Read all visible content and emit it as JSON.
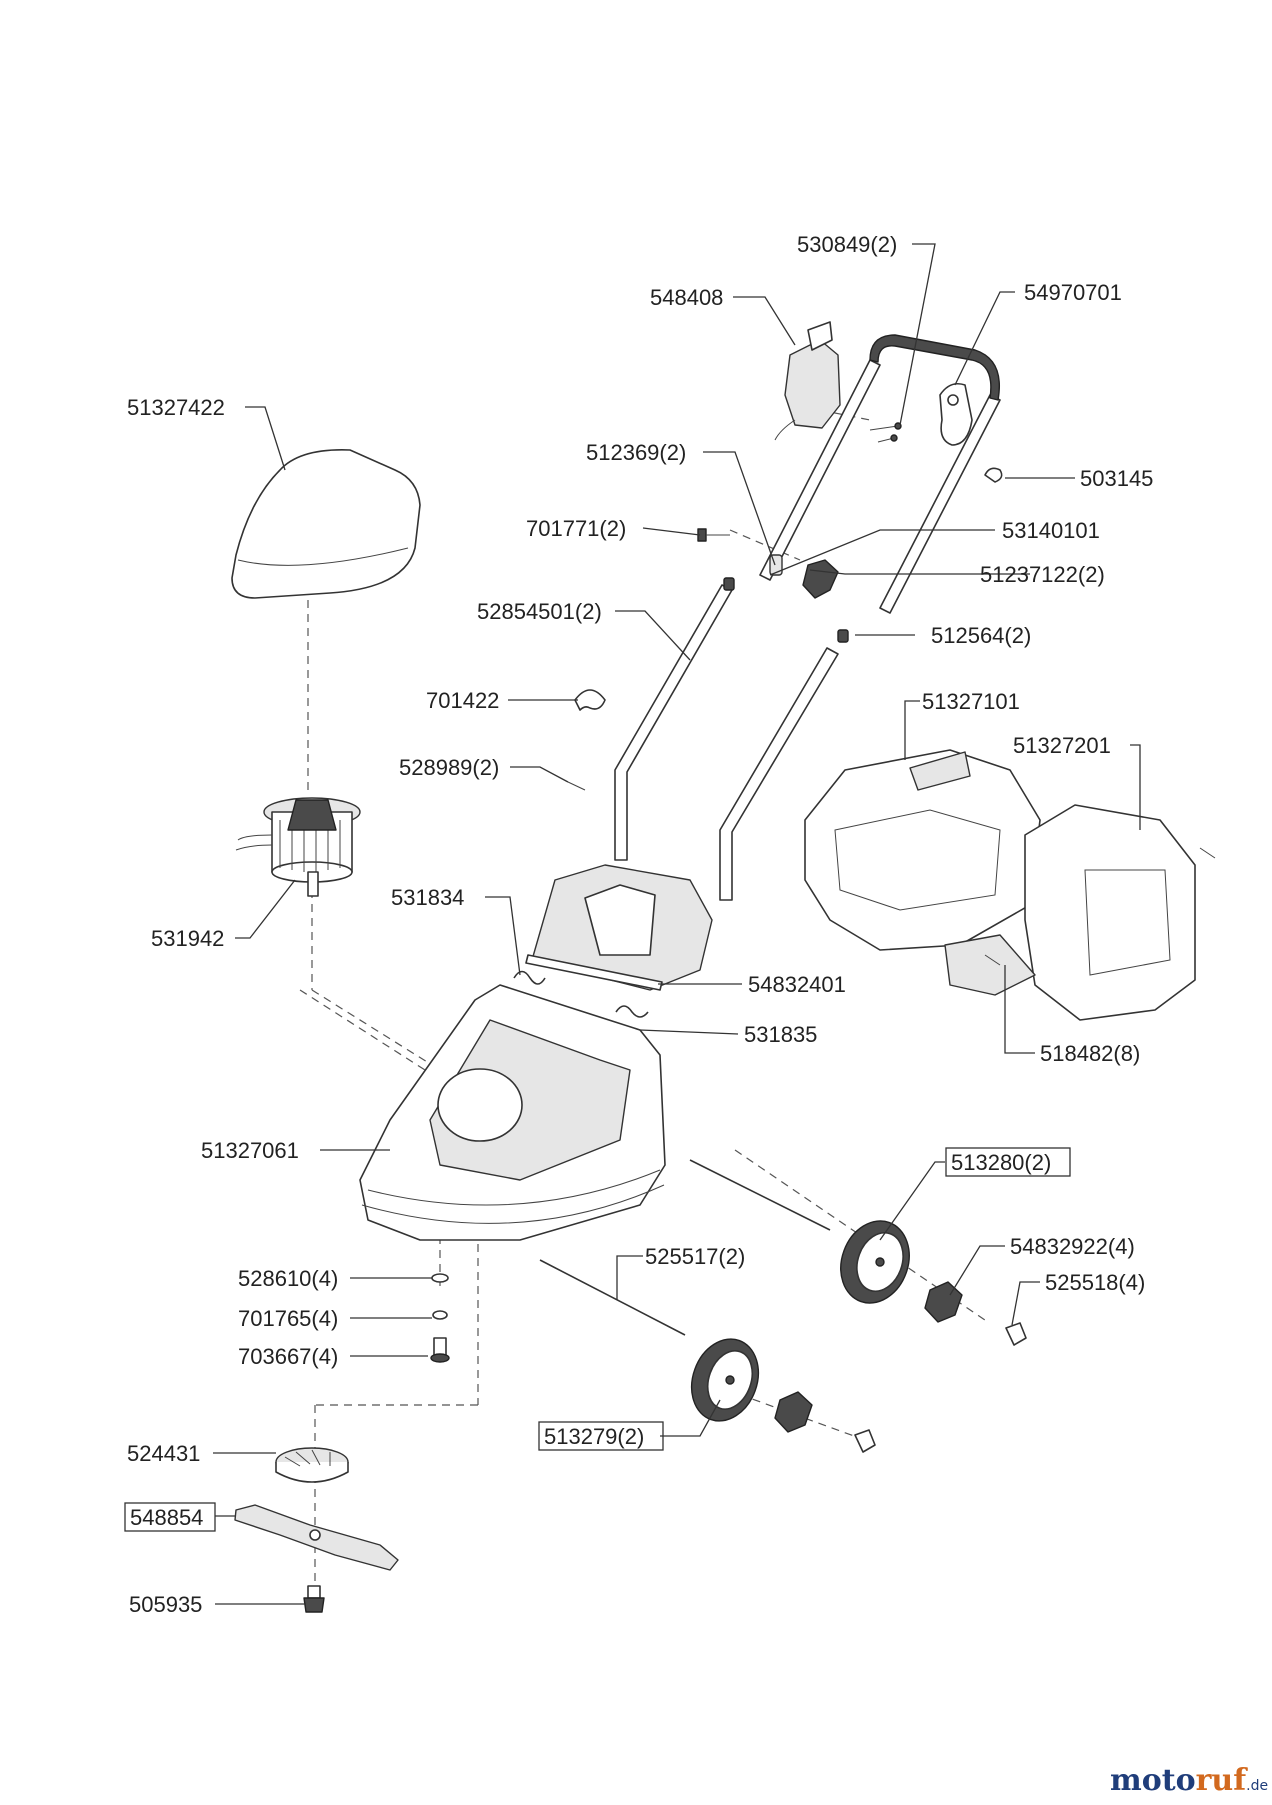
{
  "diagram": {
    "labels": [
      {
        "id": "530849",
        "text": "530849(2)"
      },
      {
        "id": "548408",
        "text": "548408"
      },
      {
        "id": "54970701",
        "text": "54970701"
      },
      {
        "id": "51327422",
        "text": "51327422"
      },
      {
        "id": "512369",
        "text": "512369(2)"
      },
      {
        "id": "503145",
        "text": "503145"
      },
      {
        "id": "701771",
        "text": "701771(2)"
      },
      {
        "id": "53140101",
        "text": "53140101"
      },
      {
        "id": "51237122",
        "text": "51237122(2)"
      },
      {
        "id": "52854501",
        "text": "52854501(2)"
      },
      {
        "id": "512564",
        "text": "512564(2)"
      },
      {
        "id": "701422",
        "text": "701422"
      },
      {
        "id": "51327101",
        "text": "51327101"
      },
      {
        "id": "51327201",
        "text": "51327201"
      },
      {
        "id": "528989",
        "text": "528989(2)"
      },
      {
        "id": "531834",
        "text": "531834"
      },
      {
        "id": "531942",
        "text": "531942"
      },
      {
        "id": "54832401",
        "text": "54832401"
      },
      {
        "id": "531835",
        "text": "531835"
      },
      {
        "id": "518482",
        "text": "518482(8)"
      },
      {
        "id": "51327061",
        "text": "51327061"
      },
      {
        "id": "513280",
        "text": "513280(2)"
      },
      {
        "id": "54832922",
        "text": "54832922(4)"
      },
      {
        "id": "525517",
        "text": "525517(2)"
      },
      {
        "id": "528610",
        "text": "528610(4)"
      },
      {
        "id": "525518",
        "text": "525518(4)"
      },
      {
        "id": "701765",
        "text": "701765(4)"
      },
      {
        "id": "703667",
        "text": "703667(4)"
      },
      {
        "id": "513279",
        "text": "513279(2)"
      },
      {
        "id": "524431",
        "text": "524431"
      },
      {
        "id": "548854",
        "text": "548854"
      },
      {
        "id": "505935",
        "text": "505935"
      }
    ]
  },
  "watermark": {
    "part1": "moto",
    "part2": "ruf",
    "part3": ".de"
  }
}
